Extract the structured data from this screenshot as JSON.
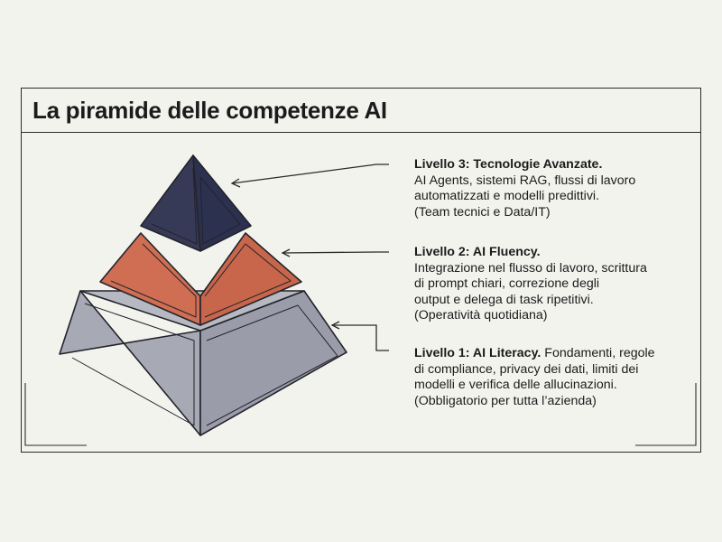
{
  "title": "La piramide delle competenze AI",
  "levels": [
    {
      "heading": "Livello 3: Tecnologie Avanzate.",
      "lines": [
        "AI Agents, sistemi RAG, flussi di lavoro",
        "automatizzati e modelli predittivi.",
        "(Team tecnici e Data/IT)"
      ],
      "color": "#363a56"
    },
    {
      "heading": "Livello 2: AI Fluency.",
      "lines": [
        "Integrazione nel flusso di lavoro, scrittura",
        "di prompt chiari, correzione degli",
        "output e delega di task ripetitivi.",
        "(Operatività quotidiana)"
      ],
      "color": "#cf6e52"
    },
    {
      "heading": "Livello 1: AI Literacy.",
      "heading_rest": " Fondamenti, regole",
      "lines": [
        "di compliance, privacy dei dati, limiti dei",
        "modelli e verifica delle allucinazioni.",
        "(Obbligatorio per tutta l’azienda)"
      ],
      "color": "#a7a9b4"
    }
  ]
}
